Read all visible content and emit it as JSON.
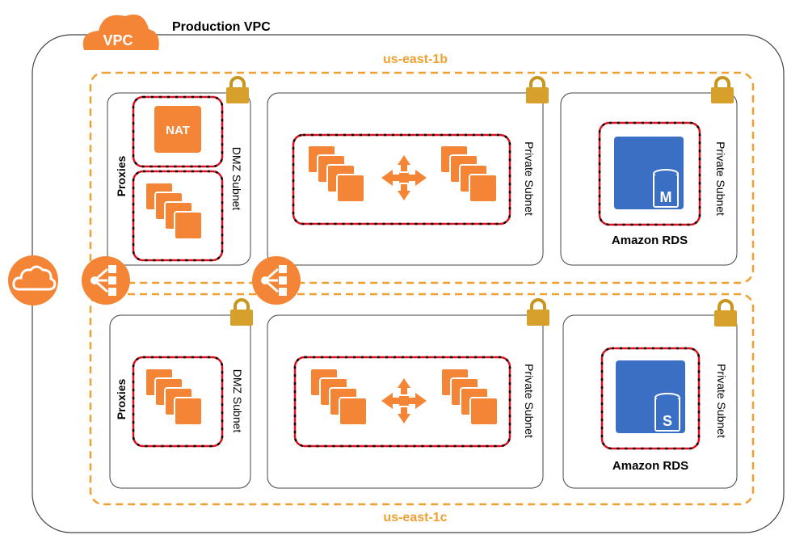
{
  "vpc": {
    "badge": "VPC",
    "title": "Production VPC"
  },
  "zones": [
    {
      "name": "us-east-1b"
    },
    {
      "name": "us-east-1c"
    }
  ],
  "subnets": {
    "dmz_label": "DMZ Subnet",
    "private_label": "Private Subnet"
  },
  "labels": {
    "proxies": "Proxies",
    "nat": "NAT",
    "rds": "Amazon RDS",
    "rds_master": "M",
    "rds_standby": "S"
  },
  "colors": {
    "aws_orange": "#f58536",
    "dashed_orange": "#f0a030",
    "lock_gold": "#d6a02a",
    "rds_blue": "#3b6fc4",
    "group_red": "#d9101d",
    "line": "#444444"
  },
  "icons": [
    "vpc-cloud-icon",
    "internet-gateway-icon",
    "elb-icon",
    "nat-instance-icon",
    "ec2-instances-icon",
    "auto-scaling-icon",
    "rds-instance-icon",
    "lock-icon"
  ]
}
